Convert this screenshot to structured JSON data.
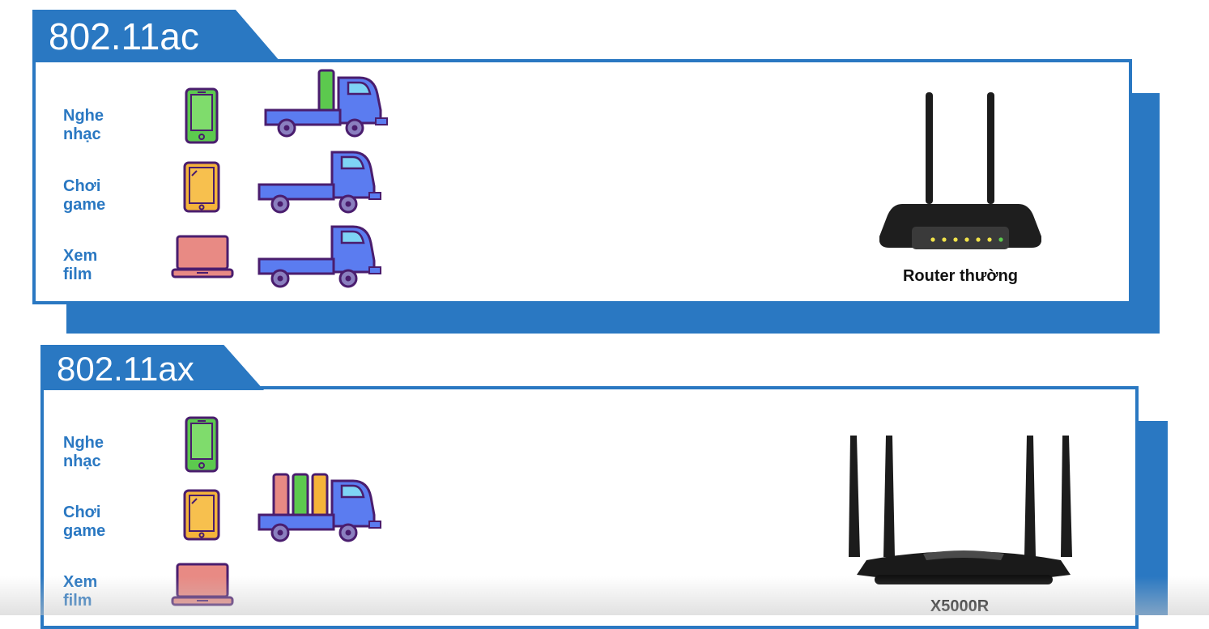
{
  "sections": [
    {
      "title": "802.11ac",
      "rows": [
        {
          "label": "Nghe nhạc",
          "device": "smartphone-icon"
        },
        {
          "label": "Chơi game",
          "device": "tablet-icon"
        },
        {
          "label": "Xem film",
          "device": "laptop-icon"
        }
      ],
      "router_caption": "Router thường"
    },
    {
      "title": "802.11ax",
      "rows": [
        {
          "label": "Nghe nhạc",
          "device": "smartphone-icon"
        },
        {
          "label": "Chơi game",
          "device": "tablet-icon"
        },
        {
          "label": "Xem film",
          "device": "laptop-icon"
        }
      ],
      "router_caption": "X5000R"
    }
  ],
  "colors": {
    "brand_blue": "#2a78c2",
    "truck_blue": "#5b7cf0",
    "outline_purple": "#4a1d6e",
    "phone_green": "#5cc94e",
    "tablet_orange": "#f5b43a",
    "laptop_pink": "#e88a84"
  }
}
